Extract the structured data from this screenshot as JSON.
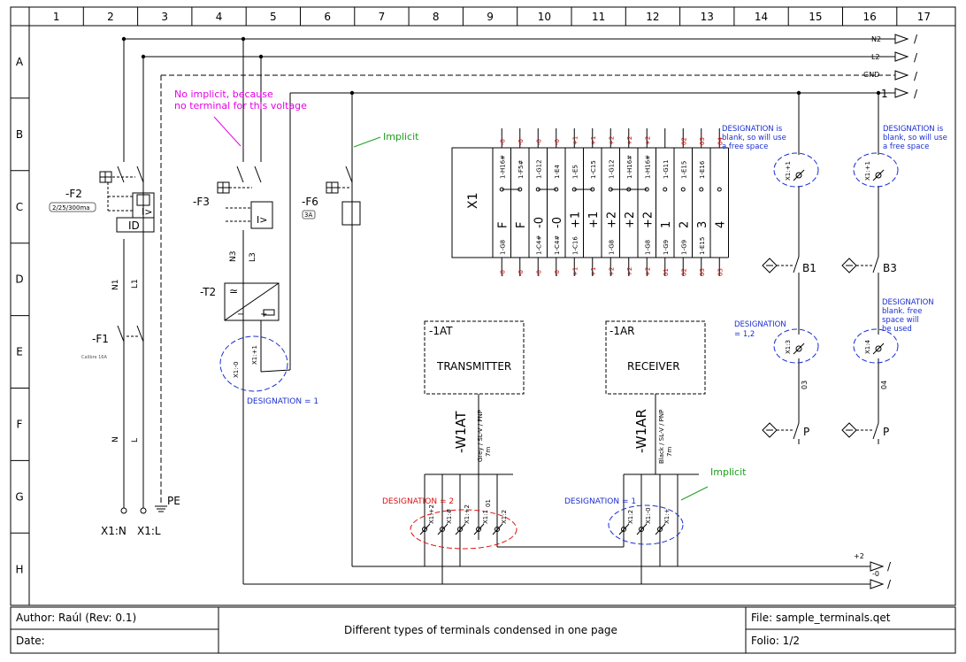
{
  "columns": [
    "1",
    "2",
    "3",
    "4",
    "5",
    "6",
    "7",
    "8",
    "9",
    "10",
    "11",
    "12",
    "13",
    "14",
    "15",
    "16",
    "17"
  ],
  "rows": [
    "A",
    "B",
    "C",
    "D",
    "E",
    "F",
    "G",
    "H"
  ],
  "buses": {
    "n2": "N2",
    "l2": "L2",
    "gnd": "GND",
    "one": "1",
    "slash": "/",
    "plus2": "+2",
    "minus0": "-0"
  },
  "devices": {
    "f2": "-F2",
    "f2_rating": "2/25/300ma",
    "f2_id": "ID",
    "f3": "-F3",
    "f6": "-F6",
    "f6_rating": "3A",
    "t2": "-T2",
    "f1": "-F1",
    "f1_rating": "Calibre 16A",
    "x1": "X1",
    "t1at": "-1AT",
    "transmitter": "TRANSMITTER",
    "t1ar": "-1AR",
    "receiver": "RECEIVER",
    "w1at": "-W1AT",
    "w1at_cable": "Grey / SL-V / PNP",
    "w1at_len": "7m",
    "w1ar": "-W1AR",
    "w1ar_cable": "Black / SL-V / PNP",
    "w1ar_len": "7m",
    "b1": "B1",
    "b3": "B3",
    "p1": "P",
    "p2": "P",
    "x1n": "X1:N",
    "x1l": "X1:L",
    "pe": "PE"
  },
  "wires": {
    "n3": "N3",
    "l3": "L3",
    "n1": "N1",
    "l1": "L1",
    "n": "N",
    "l": "L",
    "w03": "03",
    "w04": "04",
    "w01": "01"
  },
  "annotations": {
    "no_implicit_1": "No implicit, because",
    "no_implicit_2": "no terminal for this voltage",
    "implicit_top": "Implicit",
    "implicit_bottom": "Implicit",
    "designation_1": "DESIGNATION = 1",
    "designation_2": "DESIGNATION = 2",
    "designation_1b": "DESIGNATION = 1",
    "designation_12a": "DESIGNATION",
    "designation_12b": "= 1,2",
    "blank1_a": "DESIGNATION is",
    "blank1_b": "blank, so will use",
    "blank1_c": "a free space",
    "blank2_a": "DESIGNATION is",
    "blank2_b": "blank, so will use",
    "blank2_c": "a free space",
    "blank3_a": "DESIGNATION",
    "blank3_b": "blank. free",
    "blank3_c": "space will",
    "blank3_d": "be used"
  },
  "terminal_labels": {
    "t2_a": "X1:+1",
    "t2_b": "X1:-0",
    "b1_top": "X1:+1",
    "b1_mid": "X1:3",
    "b3_top": "X1:+1",
    "b3_mid": "X1:4",
    "g_left": [
      "X1:+2",
      "X1:#",
      "X1:+2",
      "X1:1",
      "X1:2"
    ],
    "g_right": [
      "X1:2",
      "X1:-0",
      "X1:+"
    ]
  },
  "strip": {
    "top": [
      "-0",
      "-0",
      "-0",
      "-0",
      "+1",
      "+1",
      "+2",
      "+2",
      "+2",
      "",
      "02",
      "03",
      "04"
    ],
    "upper": [
      "1-H16#",
      "1-F5#",
      "1-G12",
      "1-E4",
      "1-E5",
      "1-C15",
      "1-G12",
      "1-H16#",
      "1-H16#",
      "1-G11",
      "1-E15",
      "1-E16",
      ""
    ],
    "mid": [
      "F",
      "F",
      "-0",
      "-0",
      "+1",
      "+1",
      "+2",
      "+2",
      "+2",
      "1",
      "2",
      "3",
      "4"
    ],
    "lower": [
      "1-G8",
      "",
      "1-C4#",
      "1-C4#",
      "1-C16",
      "",
      "1-G8",
      "",
      "1-G8",
      "1-G9",
      "1-G9",
      "1-E15",
      ""
    ],
    "bottom": [
      "-0",
      "-0",
      "-0",
      "-0",
      "+1",
      "+1",
      "+2",
      "+2",
      "+2",
      "01",
      "02",
      "03",
      "03"
    ]
  },
  "footer": {
    "author": "Author: Raúl    (Rev: 0.1)",
    "date": "Date:",
    "title": "Different types of terminals condensed in one page",
    "file": "File: sample_terminals.qet",
    "folio": "Folio: 1/2"
  }
}
